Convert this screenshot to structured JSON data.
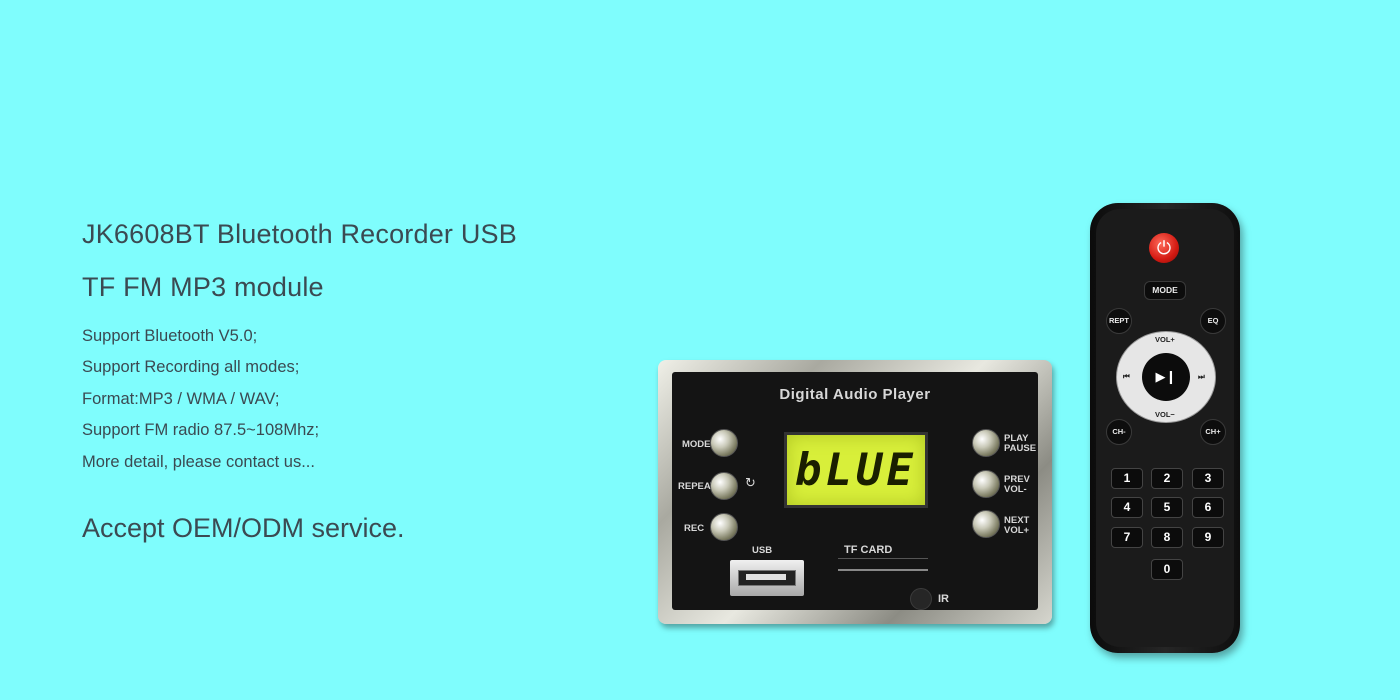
{
  "product": {
    "title_line1": "JK6608BT  Bluetooth Recorder USB",
    "title_line2": "TF FM MP3 module",
    "features": [
      "Support Bluetooth V5.0;",
      "Support Recording all modes;",
      "Format:MP3 / WMA / WAV;",
      "Support FM radio 87.5~108Mhz;",
      "More detail, please contact us..."
    ],
    "oem": "Accept OEM/ODM service."
  },
  "module": {
    "title": "Digital Audio Player",
    "lcd_text": "bLUE",
    "left_buttons": [
      "MODE",
      "REPEAT",
      "REC"
    ],
    "right_buttons": [
      "PLAY\nPAUSE",
      "PREV\nVOL-",
      "NEXT\nVOL+"
    ],
    "usb_label": "USB",
    "tf_label": "TF CARD",
    "ir_label": "IR"
  },
  "remote": {
    "mode": "MODE",
    "rept": "REPT",
    "eq": "EQ",
    "vol_up": "VOL+",
    "vol_down": "VOL−",
    "prev_glyph": "⏮",
    "next_glyph": "⏭",
    "play_glyph": "▶❙",
    "ch_minus": "CH-",
    "ch_plus": "CH+",
    "keys": [
      "1",
      "2",
      "3",
      "4",
      "5",
      "6",
      "7",
      "8",
      "9",
      "0"
    ]
  },
  "colors": {
    "background": "#7ffdfd",
    "text": "#3b4a52",
    "lcd": "#d8ef3a",
    "power": "#d41a12"
  }
}
